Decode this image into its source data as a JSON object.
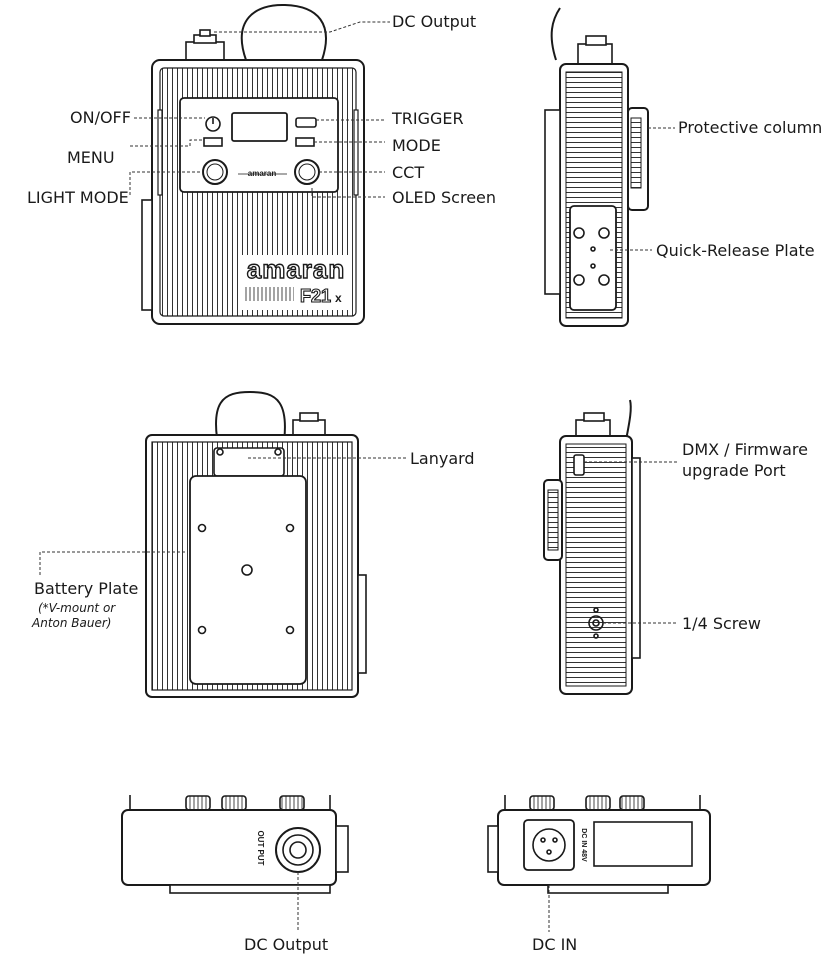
{
  "labels": {
    "dc_output_top": "DC Output",
    "on_off": "ON/OFF",
    "menu": "MENU",
    "light_mode": "LIGHT MODE",
    "trigger": "TRIGGER",
    "mode": "MODE",
    "cct": "CCT",
    "oled_screen": "OLED Screen",
    "protective_column": "Protective column",
    "quick_release_plate": "Quick-Release Plate",
    "lanyard": "Lanyard",
    "battery_plate": "Battery Plate",
    "battery_plate_note_1": "(*V-mount or",
    "battery_plate_note_2": "Anton Bauer)",
    "dmx_port_line1": "DMX / Firmware",
    "dmx_port_line2": "upgrade Port",
    "quarter_screw": "1/4 Screw",
    "dc_output_bottom": "DC Output",
    "dc_in": "DC IN"
  },
  "device_markings": {
    "brand": "amaran",
    "brand_large": "amaran",
    "model": "F21",
    "model_suffix": "x",
    "output_port": "OUT PUT",
    "dc_in_port": "DC IN 48V"
  },
  "colors": {
    "line": "#1a1a1a",
    "leader": "#333333",
    "fill": "#ffffff"
  }
}
